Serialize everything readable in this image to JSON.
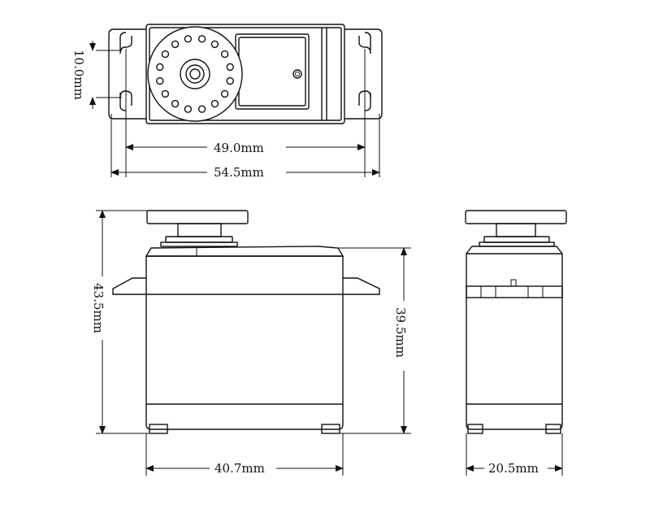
{
  "dimensions": {
    "mount_hole_spacing": "10.0mm",
    "hole_span_width": "49.0mm",
    "tab_width": "54.5mm",
    "overall_height": "43.5mm",
    "body_height": "39.5mm",
    "body_length": "40.7mm",
    "body_depth": "20.5mm"
  }
}
